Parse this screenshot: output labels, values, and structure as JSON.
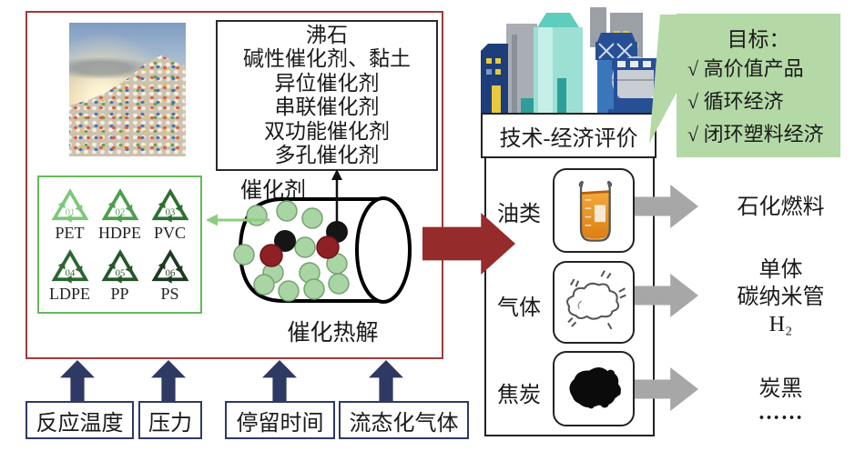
{
  "left_panel": {
    "catalyst_lines": [
      "沸石",
      "碱性催化剂、黏土",
      "异位催化剂",
      "串联催化剂",
      "双功能催化剂",
      "多孔催化剂"
    ],
    "catalyst_label": "催化剂",
    "reactor_label": "催化热解",
    "plastic_codes": [
      {
        "code": "01",
        "name": "PET",
        "color": "#7fc77a"
      },
      {
        "code": "02",
        "name": "HDPE",
        "color": "#4d9e4e"
      },
      {
        "code": "03",
        "name": "PVC",
        "color": "#2e6f31"
      },
      {
        "code": "04",
        "name": "LDPE",
        "color": "#2b6630"
      },
      {
        "code": "05",
        "name": "PP",
        "color": "#245828"
      },
      {
        "code": "06",
        "name": "PS",
        "color": "#1c3a20"
      }
    ]
  },
  "process_inputs": [
    {
      "label": "反应温度"
    },
    {
      "label": "压力"
    },
    {
      "label": "停留时间"
    },
    {
      "label": "流态化气体"
    }
  ],
  "evaluation": {
    "header": "技术-经济评价",
    "products": [
      {
        "label": "油类",
        "icon": "beaker-icon",
        "outputs": [
          "石化燃料"
        ]
      },
      {
        "label": "气体",
        "icon": "cloud-icon",
        "outputs": [
          "单体",
          "碳纳米管",
          "H₂"
        ]
      },
      {
        "label": "焦炭",
        "icon": "coke-icon",
        "outputs": [
          "炭黑",
          "……"
        ]
      }
    ]
  },
  "goals": {
    "title": "目标：",
    "items": [
      "√ 高价值产品",
      "√ 循环经济",
      "√ 闭环塑料经济"
    ]
  },
  "colors": {
    "main_box_border": "#9e3b3b",
    "main_arrow": "#962b2b",
    "input_arrow": "#2f3a64",
    "gray_arrow": "#a7a7a7",
    "recycle_box_border": "#66b85c",
    "green_arrow": "#8fcb7e",
    "goal_background": "#b4d9a6",
    "oil_liquid": "#e6931f",
    "ball_green": "#a9d4a3",
    "ball_red": "#8e2026",
    "ball_black": "#151515"
  }
}
